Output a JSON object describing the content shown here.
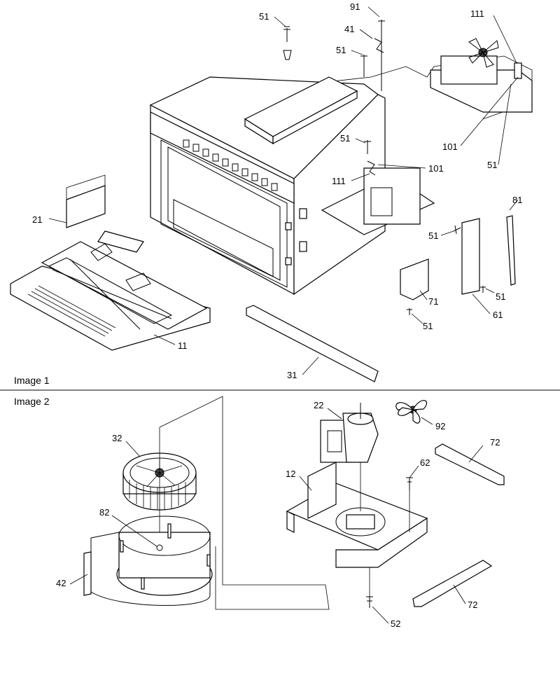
{
  "captions": {
    "image1": "Image 1",
    "image2": "Image 2"
  },
  "callouts": {
    "c51a": "51",
    "c91": "91",
    "c41": "41",
    "c51b": "51",
    "c111a": "111",
    "c101a": "101",
    "c51c": "51",
    "c51d": "51",
    "c101b": "101",
    "c111b": "111",
    "c21": "21",
    "c81": "81",
    "c51e": "51",
    "c51f": "51",
    "c71": "71",
    "c61": "61",
    "c51g": "51",
    "c11": "11",
    "c31": "31",
    "c22": "22",
    "c92": "92",
    "c32": "32",
    "c72a": "72",
    "c62": "62",
    "c12": "12",
    "c82": "82",
    "c42": "42",
    "c52": "52",
    "c72b": "72"
  }
}
